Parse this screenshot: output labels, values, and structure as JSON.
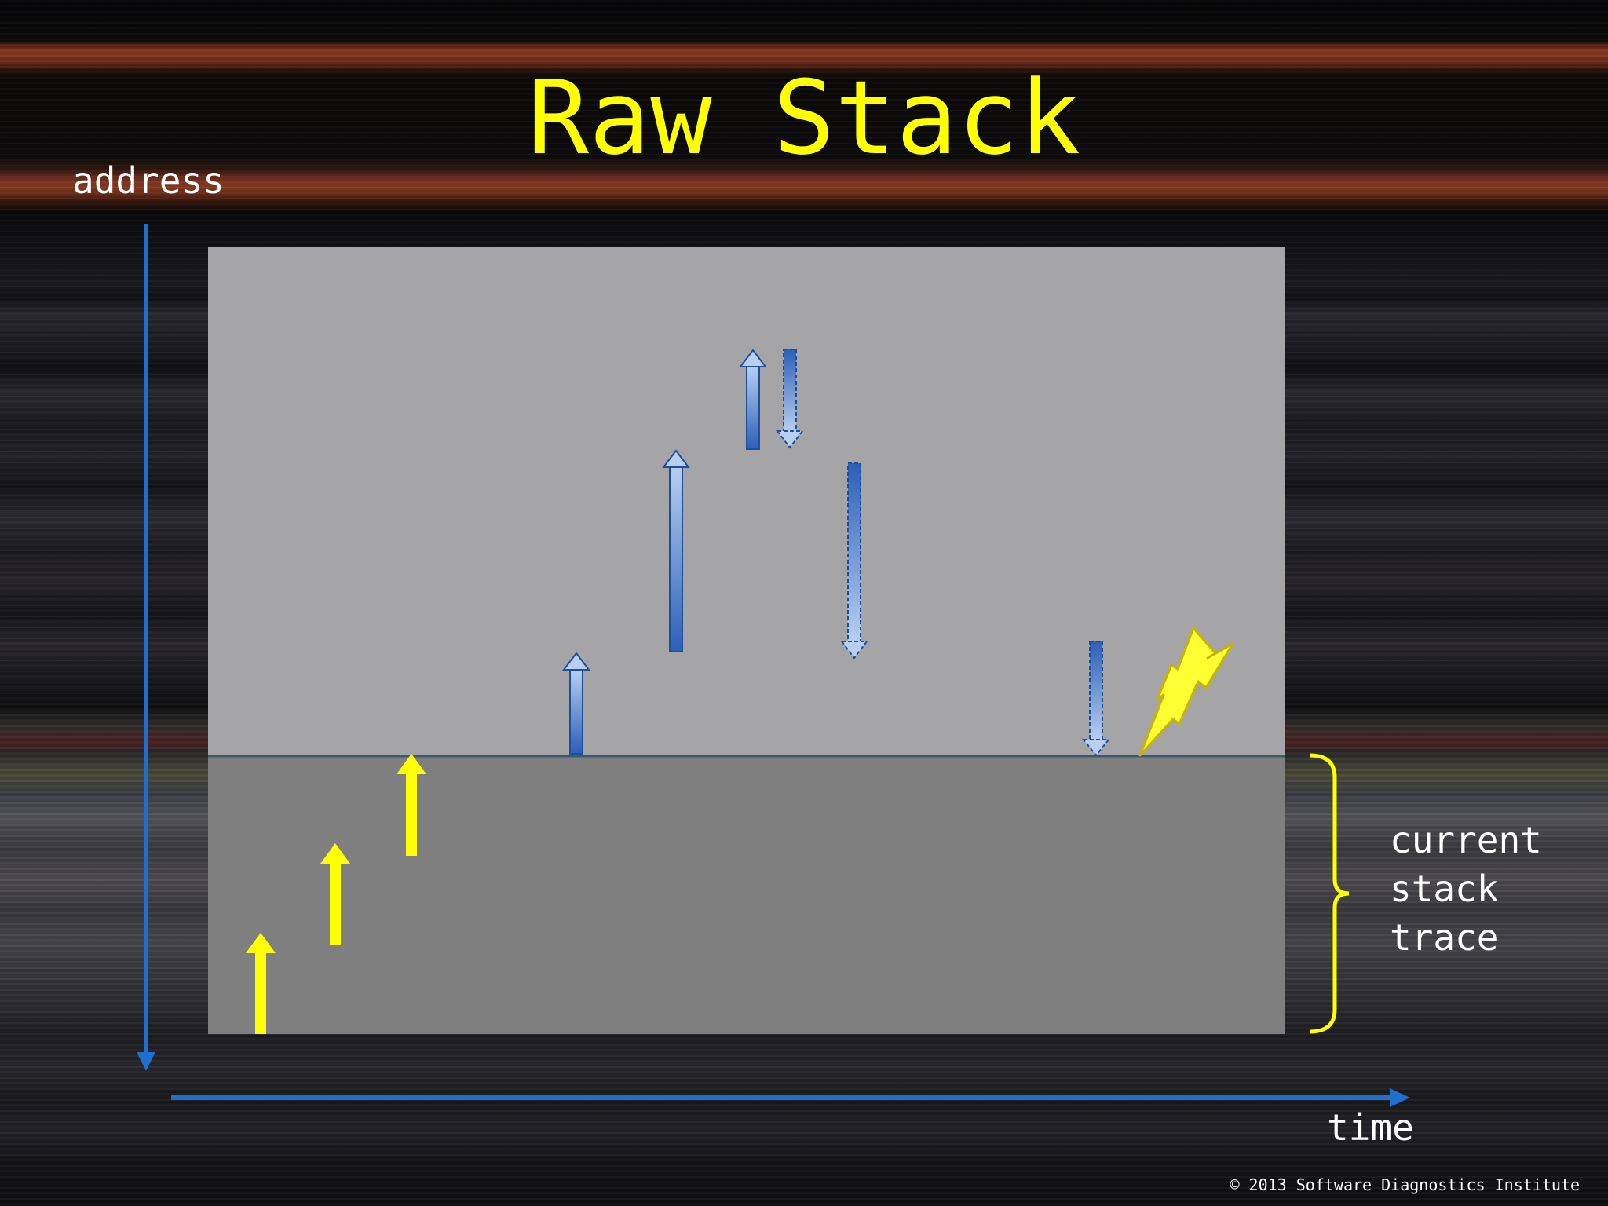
{
  "title": "Raw Stack",
  "axes": {
    "y_label": "address",
    "x_label": "time"
  },
  "bracket": {
    "line1": "current",
    "line2": "stack",
    "line3": "trace"
  },
  "footer": {
    "copyright": "© 2013 Software Diagnostics Institute"
  },
  "colors": {
    "title": "#ffff00",
    "axis": "#1e6fd0",
    "upper_region": "#a5a5a7",
    "lower_region": "#7f7f7f",
    "yellow_arrow": "#ffff00",
    "blue_arrow": "#3a6fc8",
    "lightning": "#ffff33"
  }
}
